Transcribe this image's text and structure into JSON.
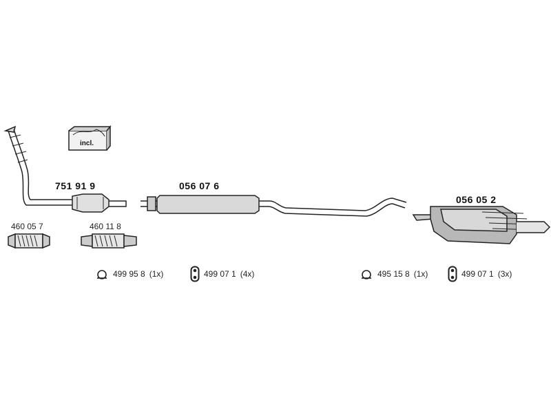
{
  "parts": {
    "front_pipe": "751 91 9",
    "incl_label": "incl.",
    "middle_silencer": "056 07 6",
    "rear_silencer": "056 05 2",
    "flex_pipe_1": "460 05 7",
    "flex_pipe_2": "460 11 8"
  },
  "hardware": [
    {
      "icon": "clamp-icon",
      "code": "499 95 8",
      "qty": "(1x)"
    },
    {
      "icon": "rubber-mount-icon",
      "code": "499 07 1",
      "qty": "(4x)"
    },
    {
      "icon": "clamp-icon",
      "code": "495 15 8",
      "qty": "(1x)"
    },
    {
      "icon": "rubber-mount-icon",
      "code": "499 07 1",
      "qty": "(3x)"
    }
  ],
  "colors": {
    "line": "#222222",
    "fill": "#e8e8e8",
    "dark_fill": "#9a9a9a"
  }
}
